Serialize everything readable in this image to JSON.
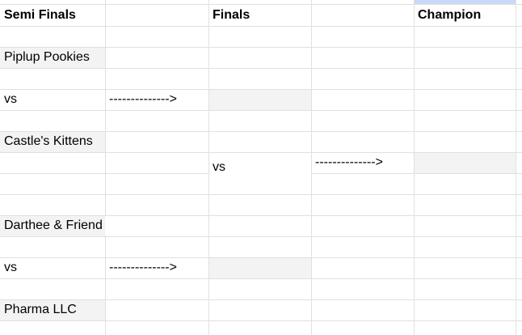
{
  "sheet": {
    "description": "Tournament bracket spreadsheet",
    "colors": {
      "gray_fill": "#f3f3f3",
      "blue_fill": "#c9daf8",
      "gridline": "#e0e0e0",
      "text": "#000000",
      "background": "#ffffff"
    },
    "cells": [
      {
        "name": "header-semi-finals",
        "col": 0,
        "row": 1,
        "text": "Semi Finals",
        "bold": true
      },
      {
        "name": "header-finals",
        "col": 2,
        "row": 1,
        "text": "Finals",
        "bold": true
      },
      {
        "name": "header-champion",
        "col": 4,
        "row": 1,
        "text": "Champion",
        "bold": true
      },
      {
        "name": "cell-highlight-top",
        "col": 4,
        "row": 0,
        "text": "",
        "fill": "blue_fill"
      },
      {
        "name": "cell-team-piplup-pookies",
        "col": 0,
        "row": 3,
        "text": "Piplup Pookies",
        "fill": "gray_fill"
      },
      {
        "name": "cell-vs-semifinal-1",
        "col": 0,
        "row": 5,
        "text": "vs"
      },
      {
        "name": "cell-arrow-semifinal-1",
        "col": 1,
        "row": 5,
        "text": "-------------->"
      },
      {
        "name": "cell-finalist-slot-1",
        "col": 2,
        "row": 5,
        "text": "",
        "fill": "gray_fill"
      },
      {
        "name": "cell-team-castles-kittens",
        "col": 0,
        "row": 7,
        "text": "Castle's Kittens",
        "fill": "gray_fill"
      },
      {
        "name": "cell-vs-finals",
        "col": 2,
        "row": 8,
        "rowspan": 2,
        "text": "vs"
      },
      {
        "name": "cell-arrow-finals",
        "col": 3,
        "row": 8,
        "text": "-------------->"
      },
      {
        "name": "cell-champion-slot",
        "col": 4,
        "row": 8,
        "text": "",
        "fill": "gray_fill"
      },
      {
        "name": "cell-team-darthee-friend",
        "col": 0,
        "row": 11,
        "text": "Darthee & Friend",
        "fill": "gray_fill"
      },
      {
        "name": "cell-vs-semifinal-2",
        "col": 0,
        "row": 13,
        "text": "vs"
      },
      {
        "name": "cell-arrow-semifinal-2",
        "col": 1,
        "row": 13,
        "text": "-------------->"
      },
      {
        "name": "cell-finalist-slot-2",
        "col": 2,
        "row": 13,
        "text": "",
        "fill": "gray_fill"
      },
      {
        "name": "cell-team-pharma-llc",
        "col": 0,
        "row": 15,
        "text": "Pharma LLC",
        "fill": "gray_fill"
      }
    ]
  }
}
